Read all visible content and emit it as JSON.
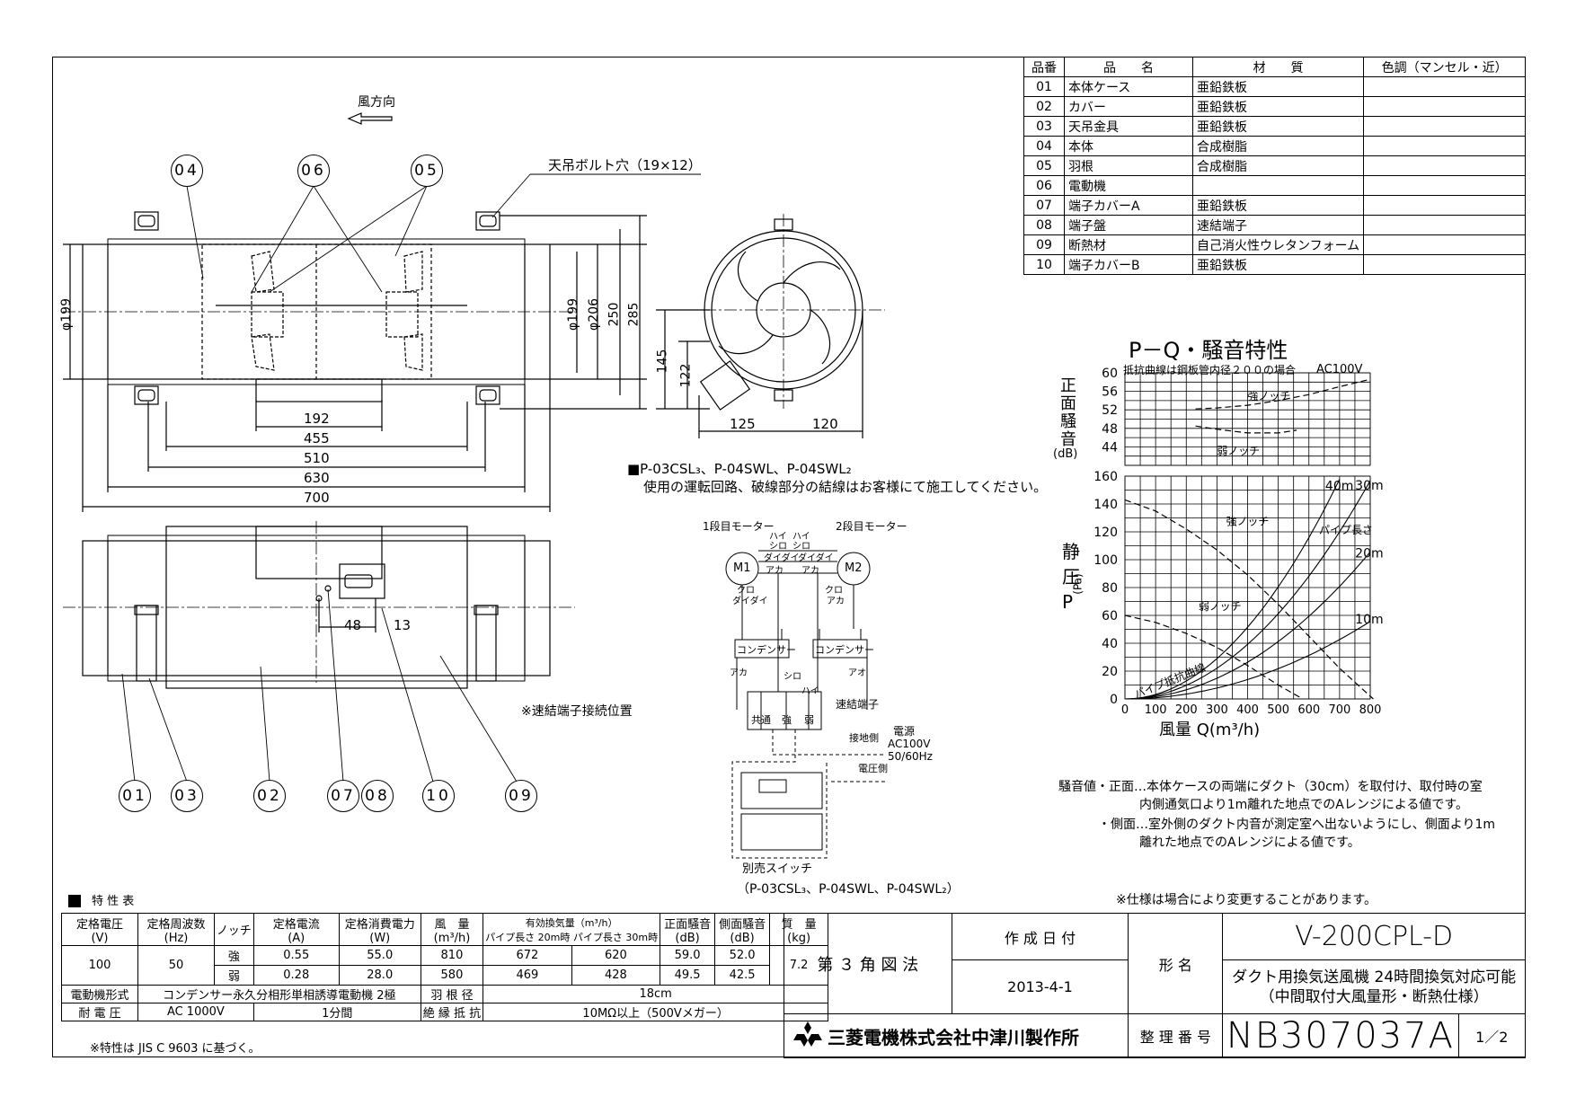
{
  "parts": {
    "header": [
      "品番",
      "品　　名",
      "材　　質",
      "色調（マンセル・近）"
    ],
    "rows": [
      [
        "01",
        "本体ケース",
        "亜鉛鉄板",
        ""
      ],
      [
        "02",
        "カバー",
        "亜鉛鉄板",
        ""
      ],
      [
        "03",
        "天吊金具",
        "亜鉛鉄板",
        ""
      ],
      [
        "04",
        "本体",
        "合成樹脂",
        ""
      ],
      [
        "05",
        "羽根",
        "合成樹脂",
        ""
      ],
      [
        "06",
        "電動機",
        "",
        ""
      ],
      [
        "07",
        "端子カバーA",
        "亜鉛鉄板",
        ""
      ],
      [
        "08",
        "端子盤",
        "速結端子",
        ""
      ],
      [
        "09",
        "断熱材",
        "自己消火性ウレタンフォーム",
        ""
      ],
      [
        "10",
        "端子カバーB",
        "亜鉛鉄板",
        ""
      ]
    ]
  },
  "drawing": {
    "wind_direction": "風方向",
    "bolt_hole": "天吊ボルト穴（19×12）",
    "callouts_top": [
      "04",
      "06",
      "05"
    ],
    "callouts_bottom": [
      "01",
      "03",
      "02",
      "07",
      "08",
      "10",
      "09"
    ],
    "dims_top": [
      "192",
      "455",
      "510",
      "630",
      "700"
    ],
    "dims_side": [
      "φ199",
      "φ199",
      "φ206",
      "250",
      "285"
    ],
    "dims_end": [
      "145",
      "122",
      "125",
      "120"
    ],
    "dims_bottom": [
      "48",
      "13"
    ],
    "connection_note": "※速結端子接続位置",
    "wiring_models": "■P-03CSL₃、P-04SWL、P-04SWL₂",
    "wiring_note": "使用の運転回路、破線部分の結線はお客様にて施工してください。",
    "motor1": "1段目モーター",
    "motor2": "2段目モーター",
    "m1": "M1",
    "m2": "M2",
    "wire_labels": [
      "ハイ",
      "ハイ",
      "シロ",
      "シロ",
      "ダイダイ",
      "ダイダイ",
      "アカ",
      "アカ",
      "クロ",
      "クロ",
      "ダイダイ",
      "アカ",
      "アカ",
      "アオ",
      "シロ",
      "ハイ"
    ],
    "capacitor": "コンデンサー",
    "terminal": "速結端子",
    "term_labels": [
      "共通",
      "強",
      "弱"
    ],
    "power": "電源",
    "power_spec": "AC100V",
    "freq": "50/60Hz",
    "connect_side": "接地側",
    "voltage_side": "電圧側",
    "switch_label": "別売スイッチ",
    "switch_models": "（P-03CSL₃、P-04SWL、P-04SWL₂）"
  },
  "chart_data": {
    "type": "line",
    "title": "P－Q・騒音特性",
    "subtitle": "抵抗曲線は鋼板管内径２００の場合",
    "power_label": "AC100V",
    "noise_axis": {
      "label": "正面騒音",
      "unit": "(dB)",
      "ticks": [
        44,
        48,
        52,
        56,
        60
      ],
      "ylim": [
        40,
        60
      ]
    },
    "pressure_axis": {
      "label": "静圧 P",
      "unit": "(Pa)",
      "ticks": [
        0,
        20,
        40,
        60,
        80,
        100,
        120,
        140,
        160
      ],
      "ylim": [
        0,
        160
      ]
    },
    "xlabel": "風量 Q(m³/h)",
    "xticks": [
      0,
      100,
      200,
      300,
      400,
      500,
      600,
      700,
      800
    ],
    "xlim": [
      0,
      800
    ],
    "noise_series": [
      {
        "name": "強ノッチ",
        "x": [
          230,
          300,
          400,
          500,
          600,
          700,
          800
        ],
        "y": [
          52.2,
          52.4,
          53.0,
          54.0,
          55.3,
          57.0,
          58.6
        ]
      },
      {
        "name": "弱ノッチ",
        "x": [
          230,
          300,
          400,
          500,
          560
        ],
        "y": [
          48.5,
          47.8,
          47.0,
          47.0,
          47.6
        ]
      }
    ],
    "pressure_series": [
      {
        "name": "強ノッチ",
        "x": [
          0,
          100,
          200,
          300,
          400,
          500,
          600,
          700,
          810
        ],
        "y": [
          143,
          135,
          122,
          107,
          89,
          68,
          45,
          22,
          0
        ]
      },
      {
        "name": "弱ノッチ",
        "x": [
          0,
          100,
          200,
          300,
          400,
          500,
          580
        ],
        "y": [
          60,
          55,
          47,
          37,
          24,
          10,
          0
        ]
      }
    ],
    "resistance_curves": [
      {
        "name": "40m",
        "k": 0.000322
      },
      {
        "name": "30m",
        "k": 0.000245
      },
      {
        "name": "20m",
        "k": 0.000165
      },
      {
        "name": "10m",
        "k": 8.7e-05
      }
    ],
    "pipe_length_label": "パイプ長さ",
    "resistance_label": "パイプ抵抗曲線"
  },
  "notes": [
    "騒音値・正面…本体ケースの両端にダクト（30cm）を取付け、取付時の室",
    "内側通気口より1m離れた地点でのAレンジによる値です。",
    "・側面…室外側のダクト内音が測定室へ出ないようにし、側面より1m",
    "離れた地点でのAレンジによる値です。"
  ],
  "change_note": "※仕様は場合により変更することがあります。",
  "spec": {
    "title": "特 性 表",
    "headers": [
      "定格電圧",
      "定格周波数",
      "ノッチ",
      "定格電流",
      "定格消費電力",
      "風　量",
      "有効換気量（m³/h）",
      "正面騒音",
      "側面騒音",
      "質　量"
    ],
    "units": [
      "(V)",
      "(Hz)",
      "",
      "(A)",
      "(W)",
      "(m³/h)",
      "",
      "(dB)",
      "(dB)",
      "(kg)"
    ],
    "eff_sub": [
      "パイプ長さ 20m時",
      "パイプ長さ 30m時"
    ],
    "voltage": "100",
    "freq": "50",
    "mass": "7.2",
    "rows": [
      [
        "強",
        "0.55",
        "55.0",
        "810",
        "672",
        "620",
        "59.0",
        "52.0"
      ],
      [
        "弱",
        "0.28",
        "28.0",
        "580",
        "469",
        "428",
        "49.5",
        "42.5"
      ]
    ],
    "motor_type_label": "電動機形式",
    "motor_type": "コンデンサー永久分相形単相誘導電動機 2極",
    "blade_label": "羽 根 径",
    "blade": "18cm",
    "withstand_label": "耐 電 圧",
    "withstand": "AC 1000V",
    "withstand_time": "1分間",
    "insulation_label": "絶 縁 抵 抗",
    "insulation": "10MΩ以上（500Vメガー）",
    "standard_note": "※特性は JIS C 9603 に基づく。"
  },
  "title_block": {
    "projection": "第 ３ 角 図 法",
    "date_label": "作 成 日 付",
    "date": "2013-4-1",
    "model_label": "形 名",
    "model": "V-200CPL-D",
    "desc1": "ダクト用換気送風機 24時間換気対応可能",
    "desc2": "（中間取付大風量形・断熱仕様）",
    "company": "三菱電機株式会社中津川製作所",
    "number_label": "整 理 番 号",
    "number": "NB307037A",
    "page": "1／2"
  }
}
